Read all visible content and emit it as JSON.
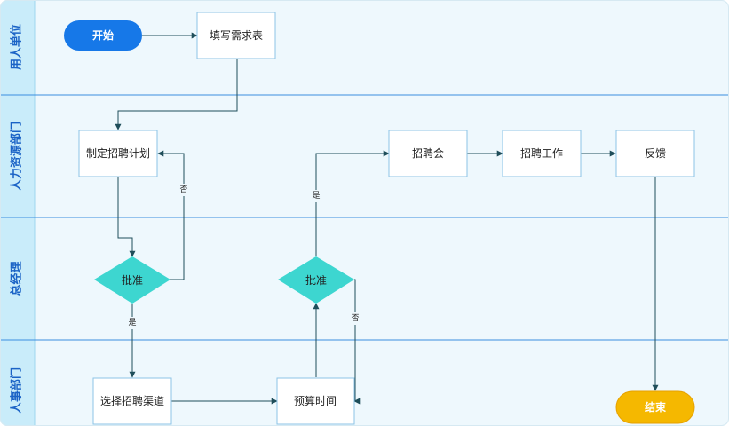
{
  "colors": {
    "lane_bg": "#eef8fd",
    "label_bg": "#c9ecfa",
    "lane_divider": "#3a8ee0",
    "label_text": "#1b63c6",
    "start_fill": "#1678e8",
    "end_fill": "#f5b800",
    "end_stroke": "#e6a100",
    "decision_fill": "#3dd6d0",
    "box_stroke": "#8cc3e6",
    "edge_stroke": "#1f4e5a"
  },
  "lanes": [
    {
      "label": "用人单位"
    },
    {
      "label": "人力资源部门"
    },
    {
      "label": "总经理"
    },
    {
      "label": "人事部门"
    }
  ],
  "nodes": {
    "start": {
      "label": "开始",
      "shape": "terminal"
    },
    "fill_form": {
      "label": "填写需求表",
      "shape": "process"
    },
    "make_plan": {
      "label": "制定招聘计划",
      "shape": "process"
    },
    "approve_1": {
      "label": "批准",
      "shape": "decision"
    },
    "select_channel": {
      "label": "选择招聘渠道",
      "shape": "process"
    },
    "budget_time": {
      "label": "预算时间",
      "shape": "process"
    },
    "approve_2": {
      "label": "批准",
      "shape": "decision"
    },
    "job_fair": {
      "label": "招聘会",
      "shape": "process"
    },
    "recruit_work": {
      "label": "招聘工作",
      "shape": "process"
    },
    "feedback": {
      "label": "反馈",
      "shape": "process"
    },
    "end": {
      "label": "结束",
      "shape": "terminal"
    }
  },
  "edges": {
    "start_to_form": {
      "from": "start",
      "to": "fill_form"
    },
    "form_to_plan": {
      "from": "fill_form",
      "to": "make_plan"
    },
    "plan_to_approve1": {
      "from": "make_plan",
      "to": "approve_1"
    },
    "approve1_no": {
      "from": "approve_1",
      "to": "make_plan",
      "label": "否"
    },
    "approve1_yes": {
      "from": "approve_1",
      "to": "select_channel",
      "label": "是"
    },
    "channel_to_budget": {
      "from": "select_channel",
      "to": "budget_time"
    },
    "budget_to_approve2": {
      "from": "budget_time",
      "to": "approve_2"
    },
    "approve2_no": {
      "from": "approve_2",
      "to": "budget_time",
      "label": "否"
    },
    "approve2_yes": {
      "from": "approve_2",
      "to": "job_fair",
      "label": "是"
    },
    "fair_to_work": {
      "from": "job_fair",
      "to": "recruit_work"
    },
    "work_to_feedback": {
      "from": "recruit_work",
      "to": "feedback"
    },
    "feedback_to_end": {
      "from": "feedback",
      "to": "end"
    }
  }
}
